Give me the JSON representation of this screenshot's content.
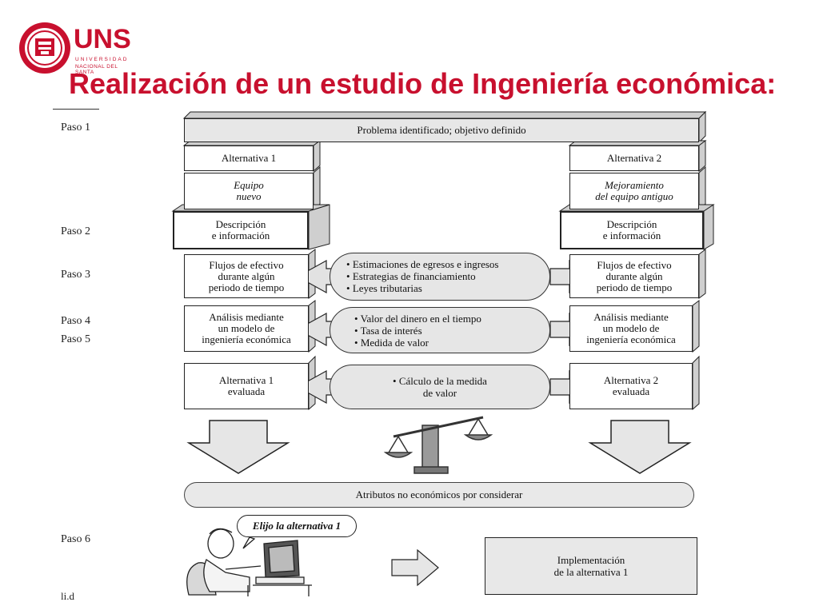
{
  "header": {
    "logo_text": "UNS",
    "logo_sub1": "UNIVERSIDAD",
    "logo_sub2": "NACIONAL DEL SANTA",
    "title": "Realización de un estudio de Ingeniería económica:"
  },
  "steps": [
    "Paso 1",
    "Paso 2",
    "Paso 3",
    "Paso 4",
    "Paso 5",
    "Paso 6"
  ],
  "cutoff_text": "li.d",
  "diagram": {
    "problem": "Problema identificado; objetivo definido",
    "alt1_title": "Alternativa 1",
    "alt2_title": "Alternativa 2",
    "alt1_desc": "Equipo\nnuevo",
    "alt2_desc": "Mejoramiento\ndel equipo antiguo",
    "description": "Descripción\ne información",
    "cash_flows": "Flujos de efectivo\ndurante algún\nperiodo de tiempo",
    "analysis": "Análisis mediante\nun modelo de\ningeniería económica",
    "alt1_eval": "Alternativa 1\nevaluada",
    "alt2_eval": "Alternativa 2\nevaluada",
    "pill1": [
      "Estimaciones de egresos e ingresos",
      "Estrategias  de financiamiento",
      "Leyes tributarias"
    ],
    "pill2": [
      "Valor del dinero en el tiempo",
      "Tasa de interés",
      "Medida de valor"
    ],
    "pill3": "• Cálculo de la medida\nde valor",
    "attributes": "Atributos no económicos por considerar",
    "speech": "Elijo la alternativa 1",
    "implementation": "Implementación\nde la alternativa 1"
  },
  "colors": {
    "brand_red": "#c8102e",
    "box_grey": "#e7e7e7",
    "shadow_grey": "#cfcfcf"
  }
}
